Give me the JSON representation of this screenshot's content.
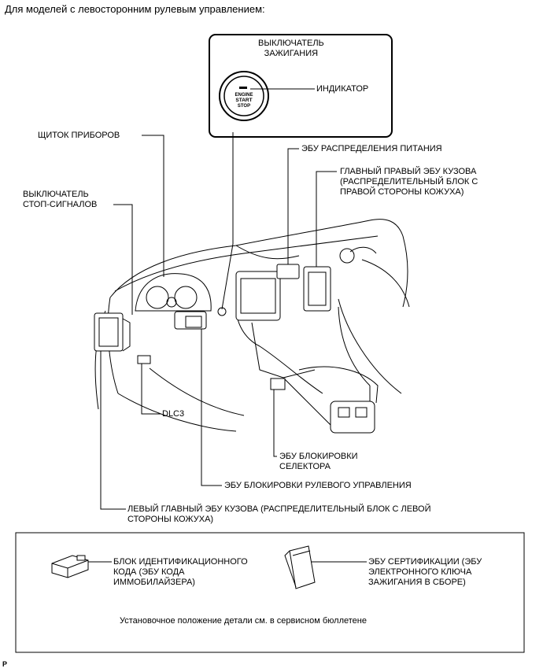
{
  "header": "Для моделей с левосторонним рулевым управлением:",
  "labels": {
    "ignition_switch": "ВЫКЛЮЧАТЕЛЬ\nЗАЖИГАНИЯ",
    "indicator": "ИНДИКАТОР",
    "button_text": [
      "ENGINE",
      "START",
      "STOP"
    ],
    "combination_meter": "ЩИТОК ПРИБОРОВ",
    "power_distribution_ecu": "ЭБУ РАСПРЕДЕЛЕНИЯ ПИТАНИЯ",
    "main_body_ecu_right": "ГЛАВНЫЙ ПРАВЫЙ ЭБУ КУЗОВА\n(РАСПРЕДЕЛИТЕЛЬНЫЙ БЛОК С\nПРАВОЙ СТОРОНЫ КОЖУХА)",
    "stop_light_switch": "ВЫКЛЮЧАТЕЛЬ\nСТОП-СИГНАЛОВ",
    "dlc3": "DLC3",
    "shift_lock_ecu": "ЭБУ БЛОКИРОВКИ\nСЕЛЕКТОРА",
    "steering_lock_ecu": "ЭБУ БЛОКИРОВКИ РУЛЕВОГО УПРАВЛЕНИЯ",
    "main_body_ecu_left": "ЛЕВЫЙ ГЛАВНЫЙ ЭБУ КУЗОВА (РАСПРЕДЕЛИТЕЛЬНЫЙ БЛОК С ЛЕВОЙ\nСТОРОНЫ КОЖУХА)",
    "id_code_box": "БЛОК ИДЕНТИФИКАЦИОННОГО\nКОДА (ЭБУ КОДА\nИММОБИЛАЙЗЕРА)",
    "certification_ecu": "ЭБУ СЕРТИФИКАЦИИ (ЭБУ\nЭЛЕКТРОННОГО КЛЮЧА\nЗАЖИГАНИЯ В СБОРЕ)"
  },
  "footnote": "Установочное положение детали см. в сервисном бюллетене",
  "corner_mark": "P"
}
